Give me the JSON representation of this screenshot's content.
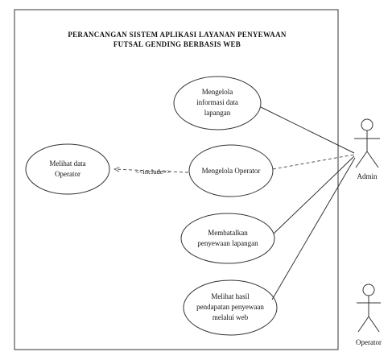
{
  "system": {
    "title_lines": [
      "PERANCANGAN SISTEM APLIKASI LAYANAN PENYEWAAN",
      "FUTSAL GENDING BERBASIS WEB"
    ]
  },
  "use_cases": [
    {
      "id": "mengelola-informasi",
      "lines": [
        "Mengelola",
        "informasi data",
        "lapangan"
      ]
    },
    {
      "id": "mengelola-operator",
      "lines": [
        "Mengelola Operator"
      ]
    },
    {
      "id": "membatalkan-penyewaan",
      "lines": [
        "Membatalkan",
        "penyewaan lapangan"
      ]
    },
    {
      "id": "melihat-pendapatan",
      "lines": [
        "Melihat hasil",
        "pendapatan penyewaan",
        "melalui web"
      ]
    },
    {
      "id": "melihat-operator",
      "lines": [
        "Melihat data",
        "Operator"
      ]
    }
  ],
  "relations": [
    {
      "label": "<<include>>"
    }
  ],
  "actors": [
    {
      "id": "admin",
      "name": "Admin"
    },
    {
      "id": "operator",
      "name": "Operator"
    }
  ],
  "colors": {
    "line": "#333333",
    "dashed": "#555555",
    "text": "#111111"
  }
}
